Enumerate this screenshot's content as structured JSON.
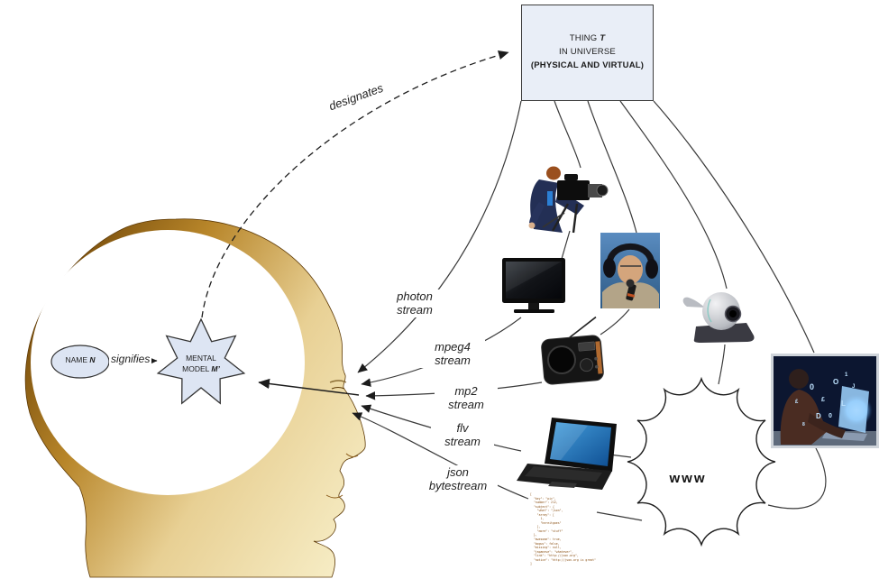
{
  "diagram": {
    "thing_box": {
      "line1_prefix": "THING ",
      "line1_var": "T",
      "line2": "IN UNIVERSE",
      "line3": "(PHYSICAL AND VIRTUAL)"
    },
    "designates_label": "designates",
    "signifies_label": "signifies",
    "name_ellipse": {
      "prefix": "NAME ",
      "var": "N"
    },
    "mental_model_star": {
      "line1": "MENTAL",
      "line2_prefix": "MODEL ",
      "line2_var": "M’"
    },
    "streams": {
      "photon": "photon\nstream",
      "mpeg4": "mpeg4\nstream",
      "mp2": "mp2\nstream",
      "flv": "flv\nstream",
      "json": "json\nbytestream"
    },
    "www_label": "www",
    "code_snippet": "[\n  \"key\": \"pic\",\n  \"number\": 212,\n  \"subject\": {\n    \"what\": \"json\",\n    \"array\": [\n      1,\n      \"hereitgoes\"\n    ],\n    \"more\": \"stuff\"\n  },\n  \"awesome\": true,\n  \"bogus\": false,\n  \"missing\": null,\n  \"japanese\": \"whatever\",\n  \"link\": \"http://json.org\",\n  \"notice\": \"http://json.org is great\"\n]",
    "hacker_glyphs": [
      "0",
      "£",
      "O",
      "1",
      "D",
      "£",
      "0",
      "L",
      "J",
      "8"
    ]
  },
  "colors": {
    "box_fill": "#e9eef7",
    "shape_fill": "#dde5f3",
    "line": "#3a3a3a",
    "gold_dark": "#7a4c08",
    "gold_light": "#f3e3ae",
    "laptop_screen_blue": "#2f83c8",
    "hacker_bg": "#10203f"
  }
}
